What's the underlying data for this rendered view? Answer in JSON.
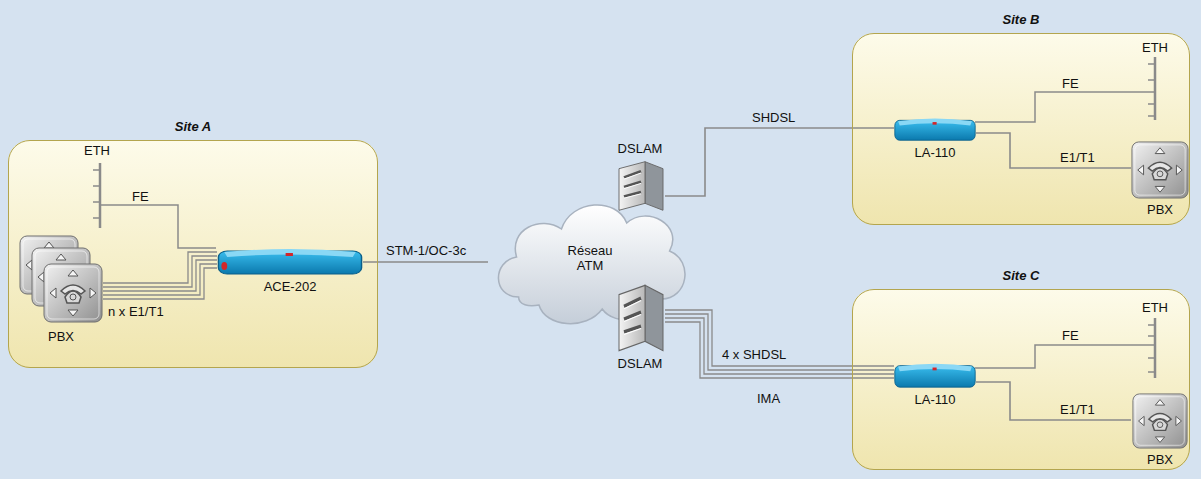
{
  "diagram": {
    "nodes": [
      {
        "text": [
          "Site A"
        ]
      },
      {
        "text": [
          "ACE-202"
        ],
        "in": 0
      },
      {
        "text": [
          "PBX"
        ],
        "in": 0
      },
      {
        "text": [
          "Réseau ATM"
        ]
      },
      {
        "text": [
          "DSLAM"
        ]
      },
      {
        "text": [
          "DSLAM"
        ]
      },
      {
        "text": [
          "Site B"
        ]
      },
      {
        "text": [
          "LA-110"
        ],
        "in": 6
      },
      {
        "text": [
          "PBX"
        ],
        "in": 6
      },
      {
        "text": [
          "Site C"
        ]
      },
      {
        "text": [
          "LA-110"
        ],
        "in": 9
      },
      {
        "text": [
          "PBX"
        ],
        "in": 9
      }
    ],
    "edges": [
      {
        "from": 2,
        "to": 1,
        "arrow": "none",
        "label": "n x E1/T1"
      },
      {
        "from": 1,
        "to": 3,
        "arrow": "none",
        "label": "STM-1/OC-3c"
      },
      {
        "from": 4,
        "to": 7,
        "arrow": "none",
        "label": "SHDSL"
      },
      {
        "from": 5,
        "to": 10,
        "arrow": "none",
        "label": "4 x SHDSL"
      },
      {
        "from": 7,
        "to": 8,
        "arrow": "none",
        "label": "E1/T1"
      },
      {
        "from": 10,
        "to": 11,
        "arrow": "none",
        "label": "E1/T1"
      }
    ],
    "labels": [
      "ETH",
      "FE",
      "ETH",
      "FE",
      "ETH",
      "FE",
      "IMA"
    ]
  }
}
